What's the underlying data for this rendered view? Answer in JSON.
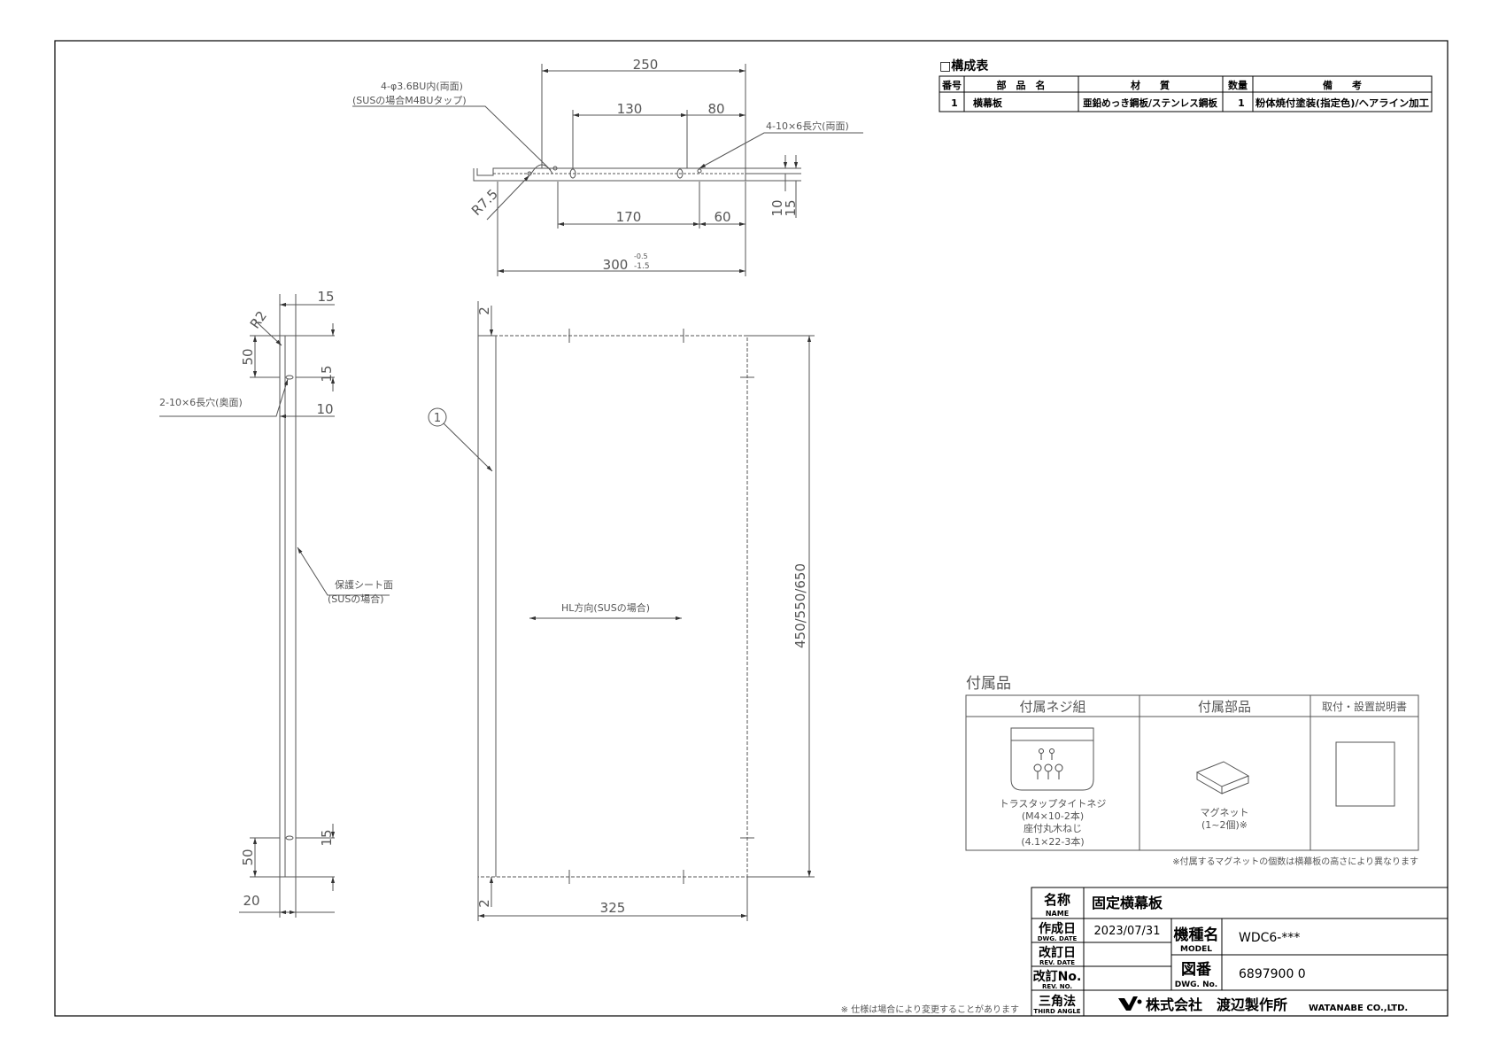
{
  "parts_table": {
    "title": "□構成表",
    "headers": [
      "番号",
      "部　品　名",
      "材　　質",
      "数量",
      "備　　考"
    ],
    "rows": [
      {
        "no": "1",
        "name": "横幕板",
        "material": "亜鉛めっき鋼板/ステンレス鋼板",
        "qty": "1",
        "note": "粉体焼付塗装(指定色)/ヘアライン加工"
      }
    ]
  },
  "top_view": {
    "dims": {
      "d250": "250",
      "d130": "130",
      "d80": "80",
      "d170": "170",
      "d60": "60",
      "d10": "10",
      "d15": "15",
      "d300": "300",
      "d300_tol_upper": "-0.5",
      "d300_tol_lower": "-1.5",
      "r75": "R7.5"
    },
    "note_holes_line1": "4-φ3.6BU内(両面)",
    "note_holes_line2": "(SUSの場合M4BUタップ)",
    "note_slots": "4-10×6長穴(両面)"
  },
  "side_view": {
    "dims": {
      "d15_top": "15",
      "r2": "R2",
      "d50_top": "50",
      "d15_mid": "15",
      "d10": "10",
      "d15_bottom": "15",
      "d50_bottom": "50",
      "d20": "20"
    },
    "note_slots": "2-10×6長穴(奥面)",
    "note_sheet_line1": "保護シート面",
    "note_sheet_line2": "(SUSの場合)"
  },
  "front_view": {
    "balloon": "1",
    "dims": {
      "d2_top": "2",
      "d2_bottom": "2",
      "height": "450/550/650",
      "width": "325"
    },
    "hl_note": "HL方向(SUSの場合)"
  },
  "accessories": {
    "title": "付属品",
    "col1_header": "付属ネジ組",
    "col2_header": "付属部品",
    "col3_header": "取付・設置説明書",
    "screws_lines": [
      "トラスタップタイトネジ",
      "(M4×10-2本)",
      "座付丸木ねじ",
      "(4.1×22-3本)"
    ],
    "magnet_lines": [
      "マグネット",
      "(1~2個)※"
    ],
    "footnote": "※付属するマグネットの個数は横幕板の高さにより異なります"
  },
  "spec_note": "※ 仕様は場合により変更することがあります",
  "title_block": {
    "name_label": "名称",
    "name_label_en": "NAME",
    "name_value": "固定横幕板",
    "date_label": "作成日",
    "date_label_en": "DWG. DATE",
    "date_value": "2023/07/31",
    "model_label": "機種名",
    "model_label_en": "MODEL",
    "model_value": "WDC6-***",
    "rev_date_label": "改訂日",
    "rev_date_label_en": "REV. DATE",
    "dwg_no_label": "図番",
    "dwg_no_label_en": "DWG. No.",
    "dwg_no_value": "6897900 0",
    "rev_no_label": "改訂No.",
    "rev_no_label_en": "REV. NO.",
    "angle_label": "三角法",
    "angle_label_en": "THIRD ANGLE",
    "company": "株式会社　渡辺製作所",
    "company_en": "WATANABE CO.,LTD."
  },
  "colors": {
    "line": "#555555",
    "frame": "#000000"
  }
}
